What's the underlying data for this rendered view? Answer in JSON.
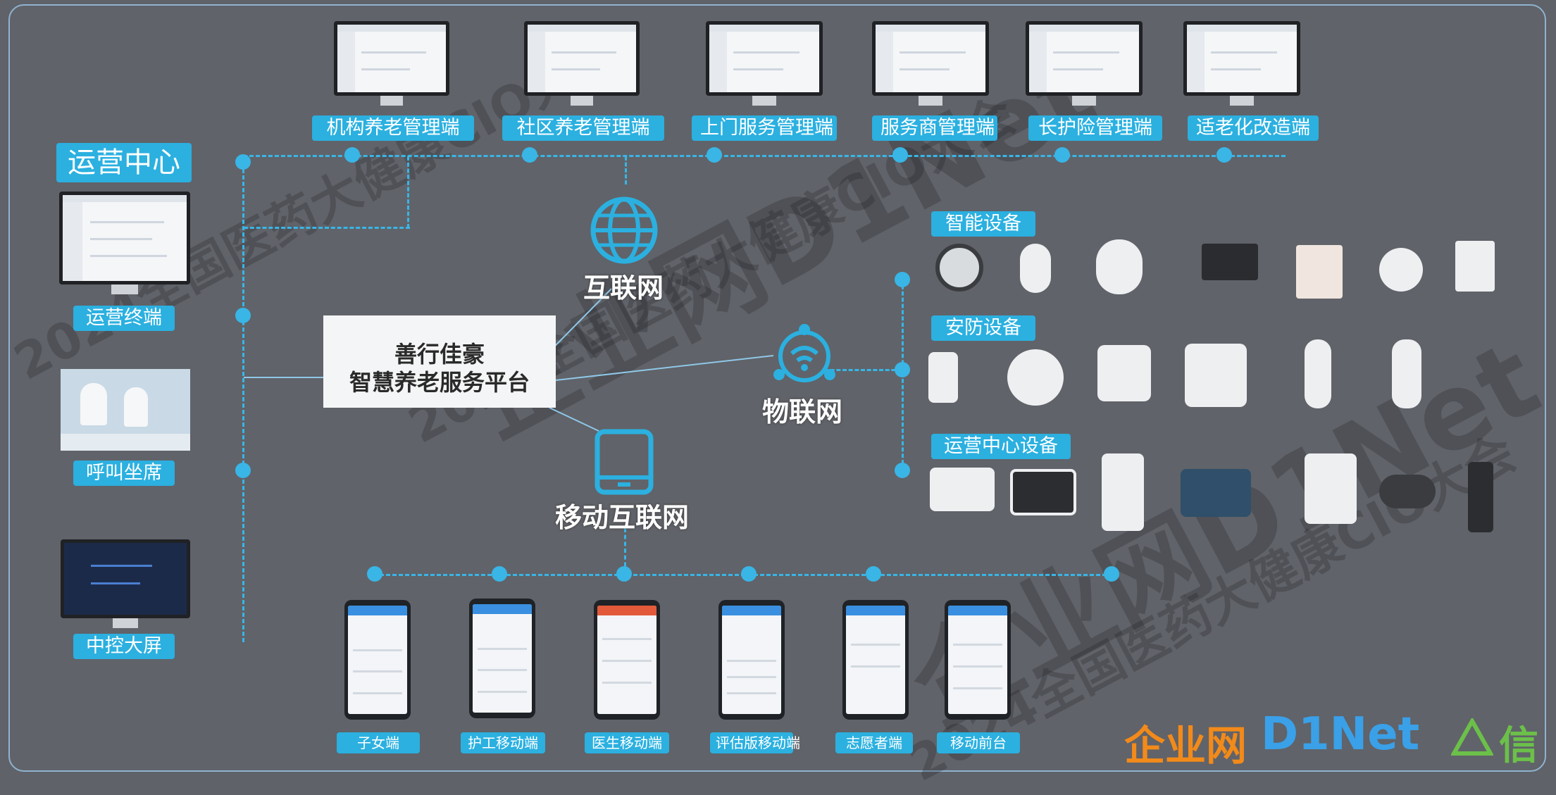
{
  "operations_center": {
    "title": "运营中心",
    "items": [
      "运营终端",
      "呼叫坐席",
      "中控大屏"
    ]
  },
  "management_terminals": [
    "机构养老管理端",
    "社区养老管理端",
    "上门服务管理端",
    "服务商管理端",
    "长护险管理端",
    "适老化改造端"
  ],
  "networks": {
    "internet": "互联网",
    "iot": "物联网",
    "mobile": "移动互联网"
  },
  "platform": {
    "line1": "善行佳豪",
    "line2": "智慧养老服务平台"
  },
  "device_groups": [
    "智能设备",
    "安防设备",
    "运营中心设备"
  ],
  "mobile_terminals": [
    "子女端",
    "护工移动端",
    "医生移动端",
    "评估版移动端",
    "志愿者端",
    "移动前台"
  ],
  "watermarks": [
    "2024全国医药大健康CIO大会",
    "企业网D1Net"
  ],
  "logo": {
    "brand": "企业网",
    "net": "D1Net",
    "partner": "信"
  },
  "colors": {
    "accent": "#2bb0e0",
    "background": "#606369",
    "line": "#39b5e6"
  },
  "icons": [
    "globe-icon",
    "iot-hub-icon",
    "tablet-icon"
  ]
}
